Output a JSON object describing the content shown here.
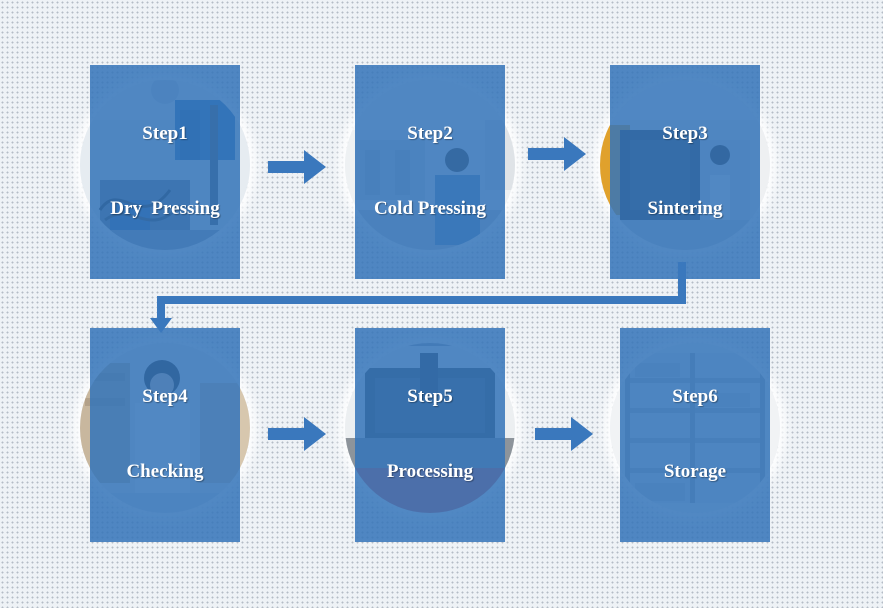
{
  "colors": {
    "arrow": "#3a78bd",
    "label_bg": "#3475b9",
    "background": "#eef2f6"
  },
  "steps": [
    {
      "number": "Step1",
      "name": "Dry  Pressing",
      "photo": "press-machine-photo"
    },
    {
      "number": "Step2",
      "name": "Cold Pressing",
      "photo": "factory-worker-photo"
    },
    {
      "number": "Step3",
      "name": "Sintering",
      "photo": "sintering-furnace-photo"
    },
    {
      "number": "Step4",
      "name": "Checking",
      "photo": "inspector-photo"
    },
    {
      "number": "Step5",
      "name": "Processing",
      "photo": "cnc-machine-photo"
    },
    {
      "number": "Step6",
      "name": "Storage",
      "photo": "storage-rack-photo"
    }
  ],
  "connectors": [
    "right-arrow",
    "right-arrow",
    "down-return-arrow",
    "right-arrow",
    "right-arrow"
  ]
}
